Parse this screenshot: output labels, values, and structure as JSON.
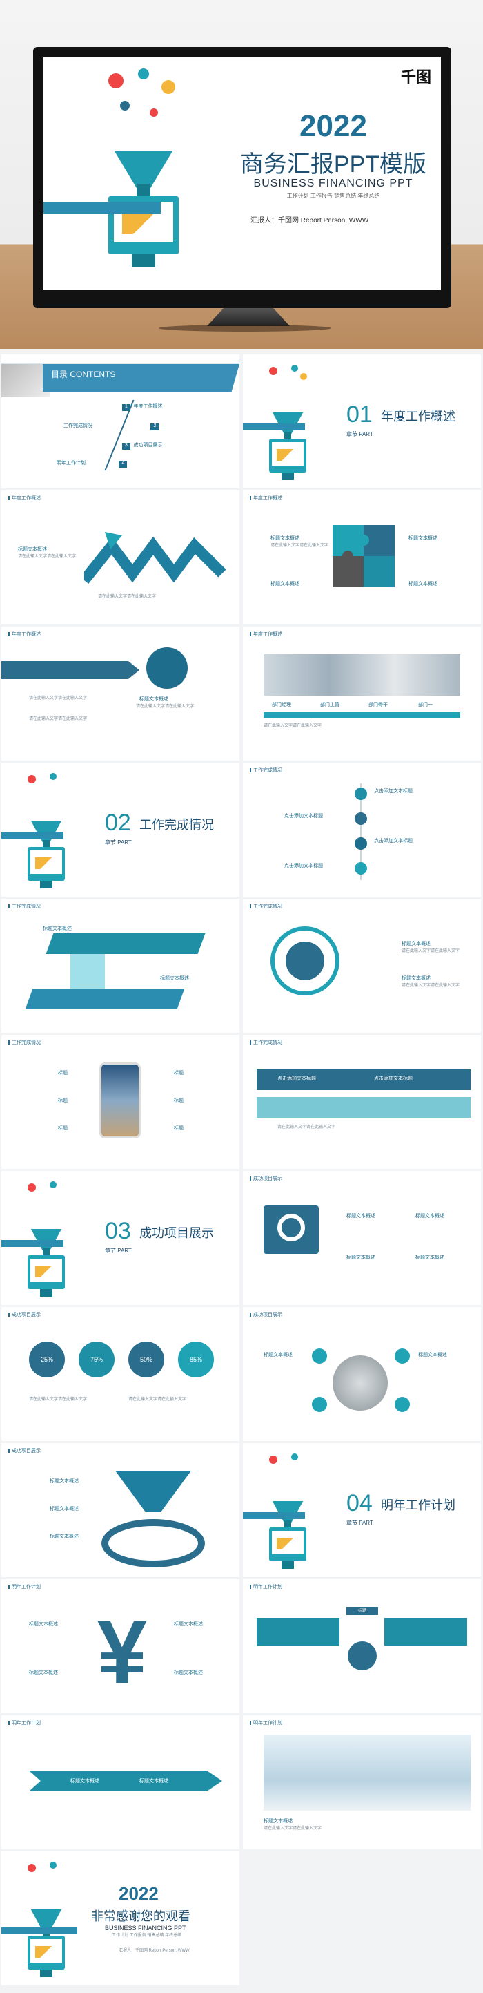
{
  "hero": {
    "logo": "千图",
    "year": "2022",
    "title": "商务汇报PPT模版",
    "subtitle": "BUSINESS FINANCING PPT",
    "tagline": "工作计划 工作报告 销售总结 年终总结",
    "reporter": "汇报人：千图网 Report Person: WWW"
  },
  "toc": {
    "header": "目录 CONTENTS",
    "items": [
      {
        "num": "1",
        "label": "年度工作概述"
      },
      {
        "num": "2",
        "label": "工作完成情况"
      },
      {
        "num": "3",
        "label": "成功项目展示"
      },
      {
        "num": "4",
        "label": "明年工作计划"
      }
    ]
  },
  "sections": [
    {
      "num": "01",
      "title": "年度工作概述",
      "part": "章节 PART"
    },
    {
      "num": "02",
      "title": "工作完成情况",
      "part": "章节 PART"
    },
    {
      "num": "03",
      "title": "成功项目展示",
      "part": "章节 PART"
    },
    {
      "num": "04",
      "title": "明年工作计划",
      "part": "章节 PART"
    }
  ],
  "common": {
    "slide_header": "年度工作概述",
    "slide_header2": "工作完成情况",
    "slide_header3": "成功项目展示",
    "slide_header4": "明年工作计划",
    "point_title": "标题文本概述",
    "point_text": "请在此输入文字请在此输入文字",
    "heading": "标题",
    "click_text": "点击添加文本标题"
  },
  "team_slide": {
    "labels": [
      "部门经理",
      "部门主管",
      "部门骨干",
      "部门一"
    ]
  },
  "progress_slide": {
    "values": [
      "25%",
      "75%",
      "50%",
      "85%"
    ]
  },
  "thanks": {
    "year": "2022",
    "title": "非常感谢您的观看",
    "subtitle": "BUSINESS FINANCING PPT",
    "tagline": "工作计划 工作报告 销售总结 年终总结",
    "reporter": "汇报人：千图网 Report Person: WWW"
  },
  "colors": {
    "primary": "#1f8fa6",
    "dark": "#1d4f72",
    "accent": "#2b8db0"
  }
}
